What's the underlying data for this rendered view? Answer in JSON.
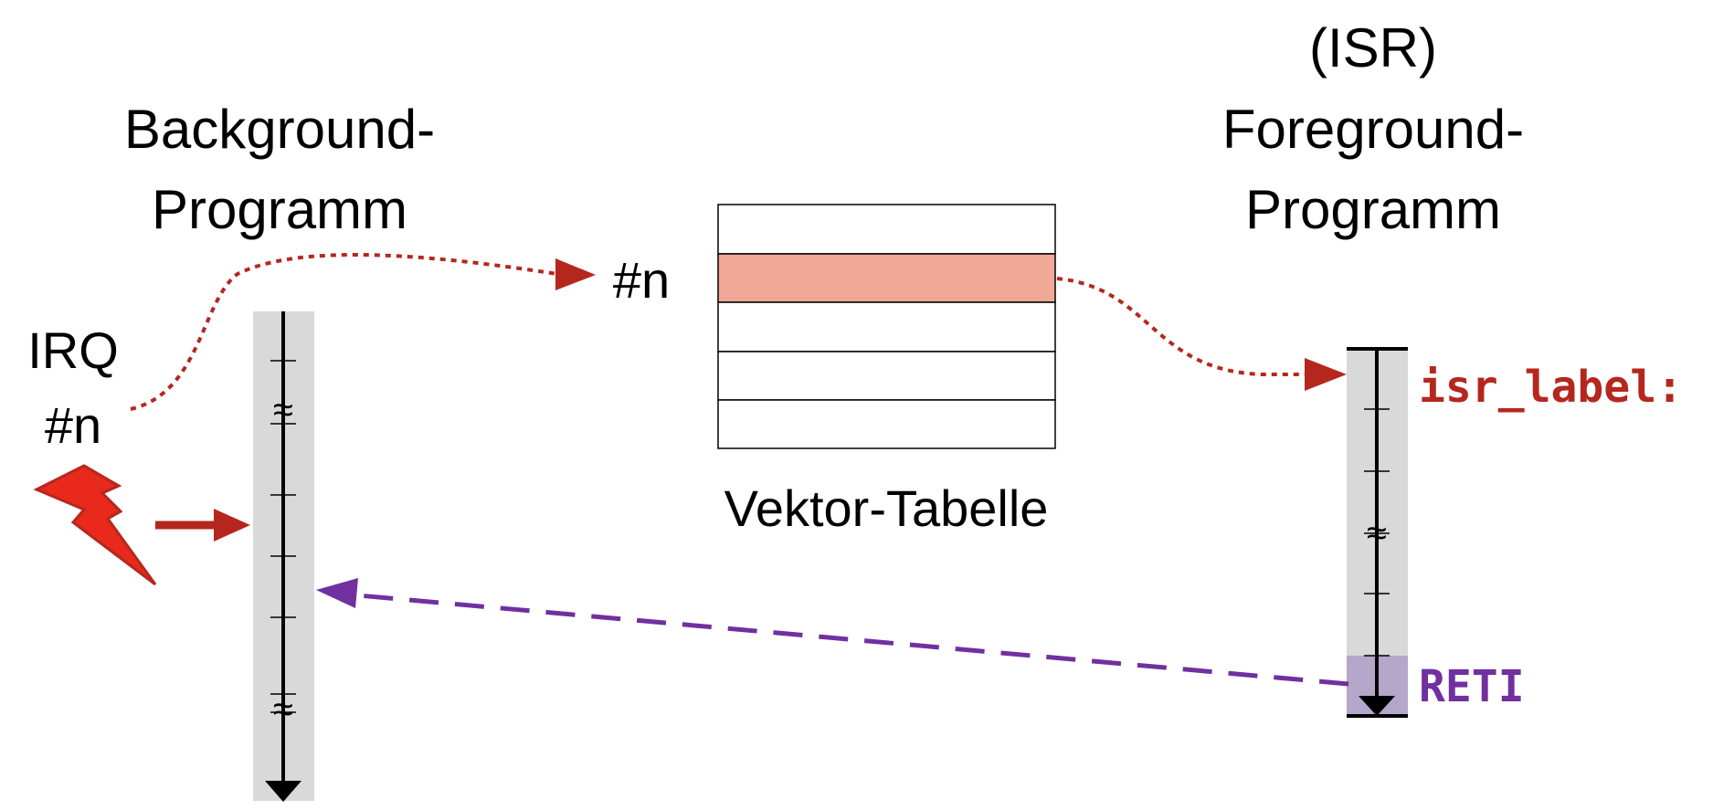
{
  "background_program": {
    "title_line1": "Background-",
    "title_line2": "Programm"
  },
  "foreground_program": {
    "title_line0": "(ISR)",
    "title_line1": "Foreground-",
    "title_line2": "Programm"
  },
  "irq": {
    "label_line1": "IRQ",
    "label_line2": "#n",
    "icon": "lightning-icon"
  },
  "vector_table": {
    "label": "Vektor-Tabelle",
    "entry_label": "#n",
    "row_count": 5,
    "highlighted_row": 1
  },
  "isr": {
    "entry_label": "isr_label:",
    "return_label": "RETI"
  },
  "colors": {
    "irq_arrow": "#b5271e",
    "lightning": "#e8291c",
    "highlight_row": "#f0a996",
    "timeline_bg": "#d9d9d9",
    "return_arrow": "#7030a0",
    "return_region": "#b4a7c9",
    "isr_label": "#b5271e",
    "reti_label": "#7030a0"
  }
}
